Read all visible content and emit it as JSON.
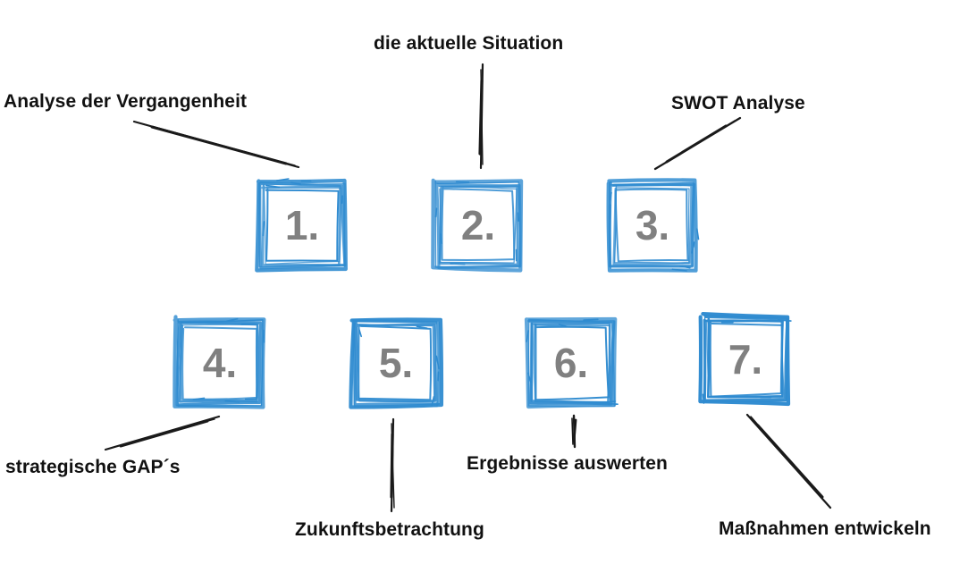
{
  "steps": [
    {
      "number": "1.",
      "label": "Analyse der Vergangenheit"
    },
    {
      "number": "2.",
      "label": "die aktuelle Situation"
    },
    {
      "number": "3.",
      "label": "SWOT Analyse"
    },
    {
      "number": "4.",
      "label": "strategische GAP´s"
    },
    {
      "number": "5.",
      "label": "Zukunftsbetrachtung"
    },
    {
      "number": "6.",
      "label": "Ergebnisse auswerten"
    },
    {
      "number": "7.",
      "label": "Maßnahmen entwickeln"
    }
  ],
  "colors": {
    "box_stroke": "#2f8bd0",
    "number_text": "#808080",
    "label_text": "#111111",
    "connector": "#1a1a1a"
  }
}
